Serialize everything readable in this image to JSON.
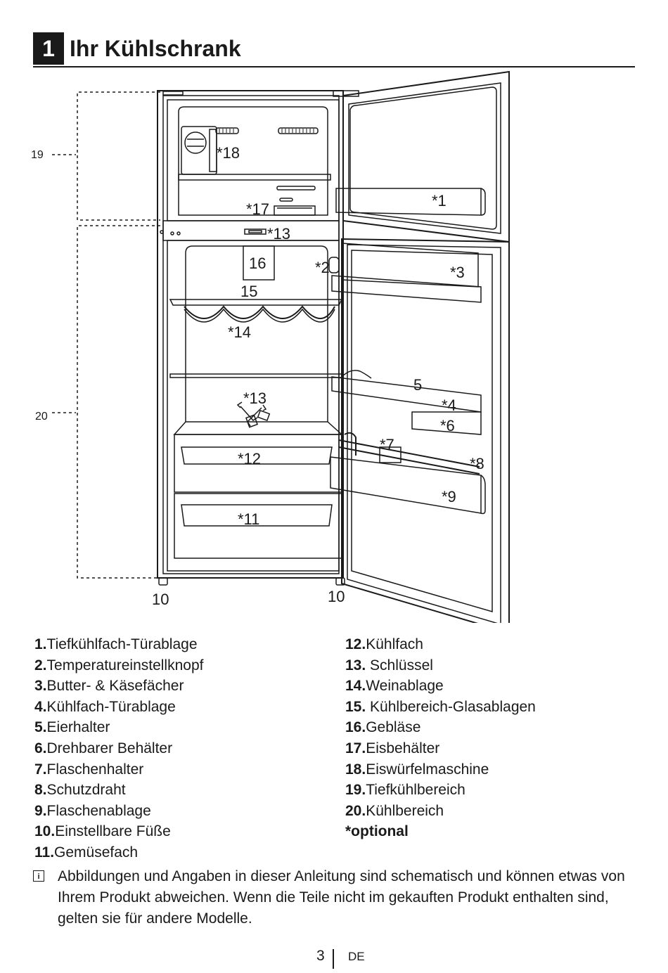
{
  "heading": {
    "number": "1",
    "title": "Ihr Kühlschrank"
  },
  "figure_labels": {
    "l19": "19",
    "l20": "20",
    "l1": "*1",
    "l2": "*2",
    "l3": "*3",
    "l4": "*4",
    "l5": "5",
    "l6": "*6",
    "l7": "*7",
    "l8": "*8",
    "l9": "*9",
    "l10a": "10",
    "l10b": "10",
    "l11": "*11",
    "l12": "*12",
    "l13a": "*13",
    "l13b": "*13",
    "l14": "*14",
    "l15": "15",
    "l16": "16",
    "l17": "*17",
    "l18": "*18"
  },
  "legend_left": [
    {
      "num": "1.",
      "text": "Tiefkühlfach-Türablage"
    },
    {
      "num": "2.",
      "text": "Temperatureinstellknopf"
    },
    {
      "num": "3.",
      "text": "Butter- & Käsefächer"
    },
    {
      "num": "4.",
      "text": "Kühlfach-Türablage"
    },
    {
      "num": "5.",
      "text": "Eierhalter"
    },
    {
      "num": "6.",
      "text": "Drehbarer Behälter"
    },
    {
      "num": "7.",
      "text": "Flaschenhalter"
    },
    {
      "num": "8.",
      "text": "Schutzdraht"
    },
    {
      "num": "9.",
      "text": "Flaschenablage"
    },
    {
      "num": "10.",
      "text": "Einstellbare Füße"
    },
    {
      "num": "11.",
      "text": "Gemüsefach"
    }
  ],
  "legend_right": [
    {
      "num": "12.",
      "text": "Kühlfach"
    },
    {
      "num": "13.",
      "text": " Schlüssel"
    },
    {
      "num": "14.",
      "text": "Weinablage"
    },
    {
      "num": "15.",
      "text": " Kühlbereich-Glasablagen"
    },
    {
      "num": "16.",
      "text": "Gebläse"
    },
    {
      "num": "17.",
      "text": "Eisbehälter"
    },
    {
      "num": "18.",
      "text": "Eiswürfelmaschine"
    },
    {
      "num": "19.",
      "text": "Tiefkühlbereich"
    },
    {
      "num": "20.",
      "text": "Kühlbereich"
    }
  ],
  "optional_note": "*optional",
  "info_note": "Abbildungen und Angaben in dieser Anleitung sind schematisch und können etwas von Ihrem Produkt abweichen. Wenn die Teile nicht im gekauften Produkt enthalten sind, gelten sie für andere Modelle.",
  "footer": {
    "page": "3",
    "lang": "DE"
  }
}
